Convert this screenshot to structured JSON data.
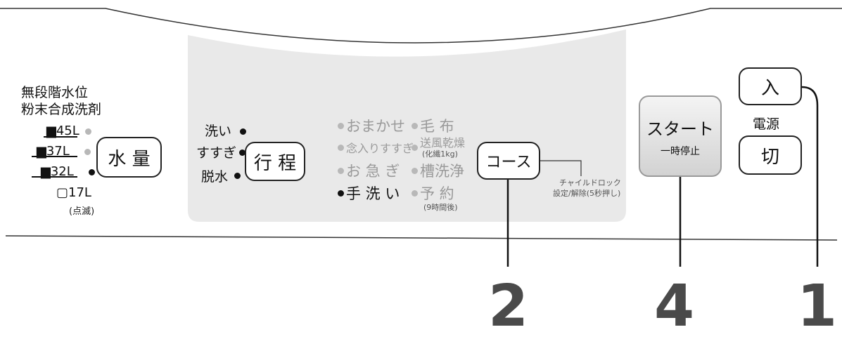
{
  "left_labels": {
    "line1": "無段階水位",
    "line2": "粉末合成洗剤"
  },
  "water_levels": [
    {
      "label": "45L",
      "lit": false
    },
    {
      "label": "37L",
      "lit": false
    },
    {
      "label": "32L",
      "lit": true
    },
    {
      "label": "17L",
      "lit": false
    }
  ],
  "water_level_note": "(点滅)",
  "water_button": "水 量",
  "process_steps": [
    {
      "label": "洗い",
      "lit": true
    },
    {
      "label": "すすぎ",
      "lit": true
    },
    {
      "label": "脱水",
      "lit": true
    }
  ],
  "process_button": "行 程",
  "courses_left": [
    {
      "label": "おまかせ",
      "lit": false
    },
    {
      "label": "念入りすすぎ",
      "lit": false
    },
    {
      "label": "お 急 ぎ",
      "lit": false
    },
    {
      "label": "手 洗 い",
      "lit": true
    }
  ],
  "courses_right": [
    {
      "label": "毛 布",
      "lit": false
    },
    {
      "label": "送風乾燥",
      "lit": false,
      "note": "(化繊1kg)"
    },
    {
      "label": "槽洗浄",
      "lit": false
    },
    {
      "label": "予 約",
      "lit": false,
      "note": "(9時間後)"
    }
  ],
  "course_button": "コース",
  "child_lock": {
    "line1": "チャイルドロック",
    "line2": "設定/解除(5秒押し)"
  },
  "start_button": {
    "main": "スタート",
    "sub": "一時停止"
  },
  "power": {
    "label": "電源",
    "on": "入",
    "off": "切"
  },
  "callouts": [
    "2",
    "4",
    "1"
  ]
}
